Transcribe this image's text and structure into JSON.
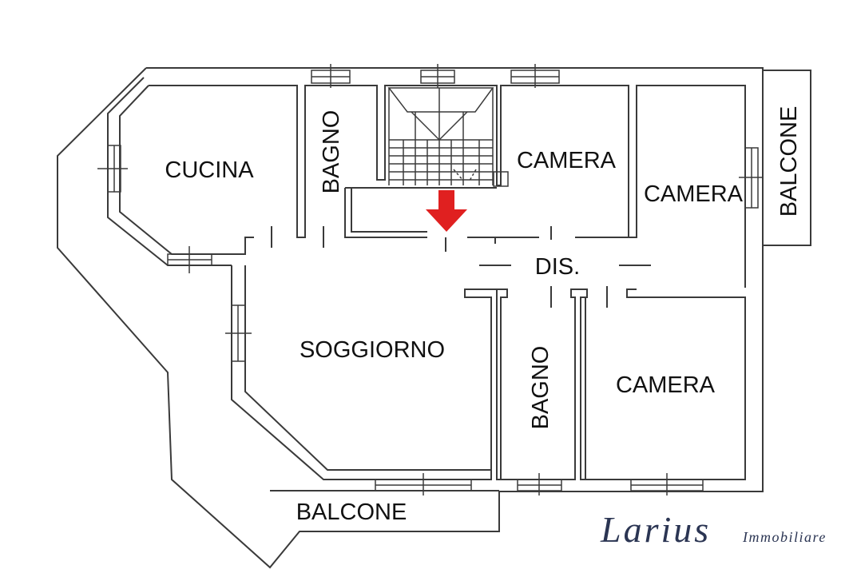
{
  "rooms": {
    "cucina": "CUCINA",
    "bagno_top": "BAGNO",
    "camera_1": "CAMERA",
    "camera_2": "CAMERA",
    "balcone_right": "BALCONE",
    "dis": "DIS.",
    "soggiorno": "SOGGIORNO",
    "bagno_bottom": "BAGNO",
    "camera_3": "CAMERA",
    "balcone_bottom": "BALCONE"
  },
  "logo": {
    "name": "Larius",
    "tagline": "Immobiliare"
  },
  "colors": {
    "walls": "#3a3a3a",
    "marker": "#e02020",
    "logo": "#2b3553"
  },
  "icons": {
    "entrance_marker": "arrow-down-icon"
  }
}
